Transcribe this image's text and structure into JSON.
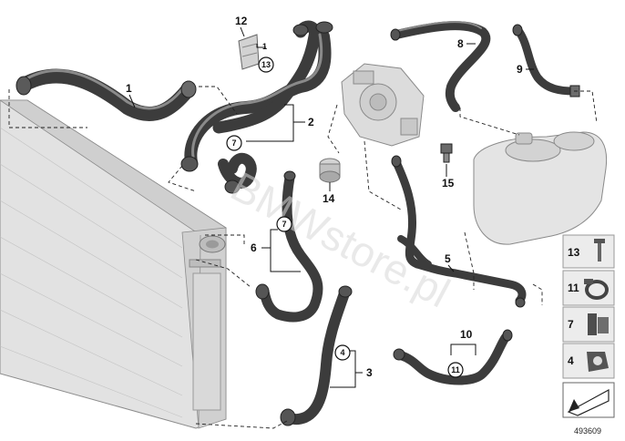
{
  "callouts": {
    "c1": "1",
    "c2": "2",
    "c3": "3",
    "c4": "4",
    "c5": "5",
    "c6": "6",
    "c7a": "7",
    "c7b": "7",
    "c8": "8",
    "c9": "9",
    "c10": "10",
    "c11": "11",
    "c12": "12",
    "c12sub": "1",
    "c13": "13",
    "c14": "14",
    "c15": "15"
  },
  "legend": {
    "items": [
      "13",
      "11",
      "7",
      "4"
    ]
  },
  "watermark": "BMWstore.pl",
  "doc_number": "493609",
  "colors": {
    "hose": "#3c3c3c",
    "component": "#d6d6d6",
    "legend_bg": "#e8e8e8"
  }
}
